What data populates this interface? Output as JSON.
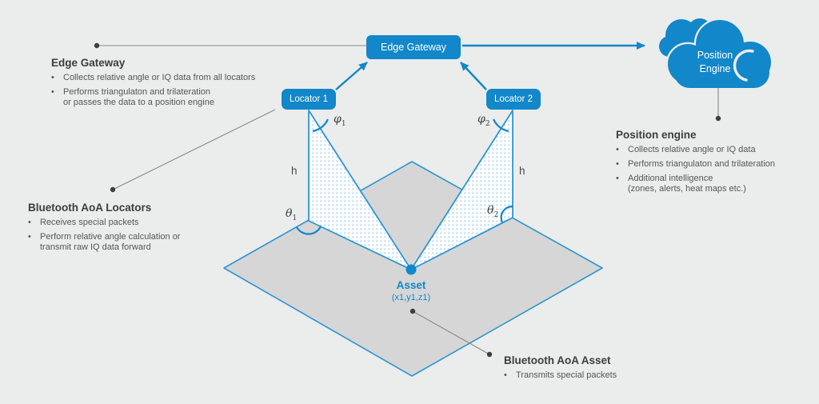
{
  "colors": {
    "primary_blue": "#1287c9",
    "stroke_blue": "#2e96d2",
    "floor_gray": "#d6d6d6",
    "background": "#ebecec",
    "heading_text": "#3d3d3d",
    "body_text": "#565656",
    "callout_gray": "#8a8a8a"
  },
  "nodes": {
    "edge_gateway": {
      "label": "Edge Gateway"
    },
    "locator1": {
      "label": "Locator 1"
    },
    "locator2": {
      "label": "Locator 2"
    },
    "position_engine_cloud": {
      "line1": "Position",
      "line2": "Engine"
    },
    "asset": {
      "label": "Asset",
      "coordinates": "(x1,y1,z1)"
    }
  },
  "math_labels": {
    "h_left": "h",
    "h_right": "h",
    "phi1": {
      "symbol": "φ",
      "sub": "1"
    },
    "phi2": {
      "symbol": "φ",
      "sub": "2"
    },
    "theta1": {
      "symbol": "θ",
      "sub": "1"
    },
    "theta2": {
      "symbol": "θ",
      "sub": "2"
    }
  },
  "annotations": {
    "edge_gateway": {
      "title": "Edge Gateway",
      "bullets": [
        {
          "lines": [
            "Collects relative angle or IQ data from all locators"
          ]
        },
        {
          "lines": [
            "Performs triangulaton and trilateration",
            "or passes the data to a position engine"
          ]
        }
      ]
    },
    "aoa_locators": {
      "title": "Bluetooth AoA Locators",
      "bullets": [
        {
          "lines": [
            "Receives special packets"
          ]
        },
        {
          "lines": [
            "Perform relative angle calculation or",
            "transmit raw IQ data forward"
          ]
        }
      ]
    },
    "position_engine": {
      "title": "Position engine",
      "bullets": [
        {
          "lines": [
            "Collects relative angle or IQ data"
          ]
        },
        {
          "lines": [
            "Performs triangulaton and trilateration"
          ]
        },
        {
          "lines": [
            "Additional intelligence",
            "(zones, alerts, heat maps etc.)"
          ]
        }
      ]
    },
    "aoa_asset": {
      "title": "Bluetooth AoA Asset",
      "bullets": [
        {
          "lines": [
            "Transmits special packets"
          ]
        }
      ]
    }
  }
}
